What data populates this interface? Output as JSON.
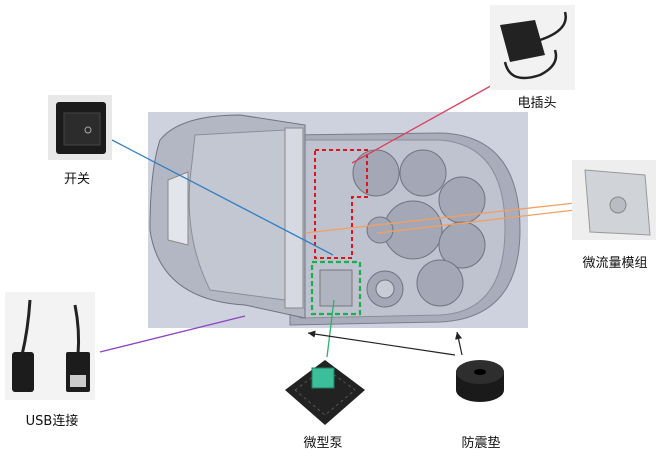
{
  "labels": {
    "plug": "电插头",
    "switch": "开关",
    "flow_module": "微流量模组",
    "usb": "USB连接",
    "pump": "微型泵",
    "damper": "防震垫"
  },
  "colors": {
    "switch_line": "#2f7fc1",
    "plug_line": "#d9425a",
    "flow_line": "#f0a060",
    "usb_line": "#8e44c0",
    "pump_line": "#2bb36b",
    "damper_line": "#222222",
    "plug_box": "#e0141e",
    "pump_box": "#19b04a"
  }
}
